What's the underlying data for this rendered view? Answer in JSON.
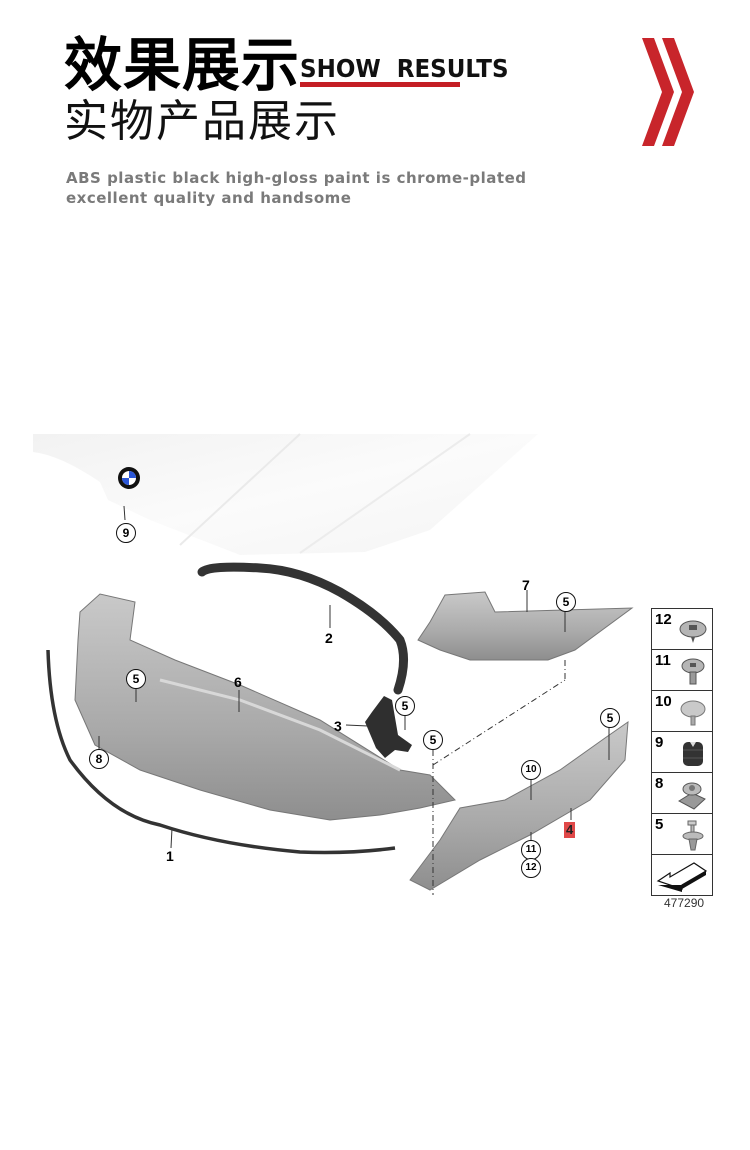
{
  "header": {
    "title_cn": "效果展示",
    "title_en": "SHOW  RESULTS",
    "subtitle_cn": "实物产品展示",
    "accent_color": "#c41e24",
    "decor_icon": "double-chevron-right"
  },
  "description": {
    "line1": "ABS plastic black high-gloss paint is chrome-plated",
    "line2": "excellent quality and handsome"
  },
  "diagram": {
    "callouts": [
      {
        "id": "hood-9",
        "label": "9"
      },
      {
        "id": "bar-1",
        "label": "1"
      },
      {
        "id": "seal-2",
        "label": "2"
      },
      {
        "id": "bracket-3",
        "label": "3"
      },
      {
        "id": "panel-4",
        "label": "4"
      },
      {
        "id": "cover-6",
        "label": "6"
      },
      {
        "id": "cover-7",
        "label": "7"
      },
      {
        "id": "clip-8",
        "label": "8"
      },
      {
        "id": "screw-5a",
        "label": "5"
      },
      {
        "id": "screw-5b",
        "label": "5"
      },
      {
        "id": "screw-5c",
        "label": "5"
      },
      {
        "id": "screw-5d",
        "label": "5"
      },
      {
        "id": "screw-5e",
        "label": "5"
      },
      {
        "id": "rivet-10",
        "label": "10"
      },
      {
        "id": "screw-11",
        "label": "11"
      },
      {
        "id": "screw-12",
        "label": "12"
      }
    ],
    "legend": [
      {
        "num": "12",
        "part": "flanged screw"
      },
      {
        "num": "11",
        "part": "collar screw"
      },
      {
        "num": "10",
        "part": "expanding rivet"
      },
      {
        "num": "9",
        "part": "rubber buffer"
      },
      {
        "num": "8",
        "part": "bracket nut"
      },
      {
        "num": "5",
        "part": "push clip"
      },
      {
        "num": "",
        "part": "direction arrow"
      }
    ],
    "diagram_id": "477290"
  }
}
